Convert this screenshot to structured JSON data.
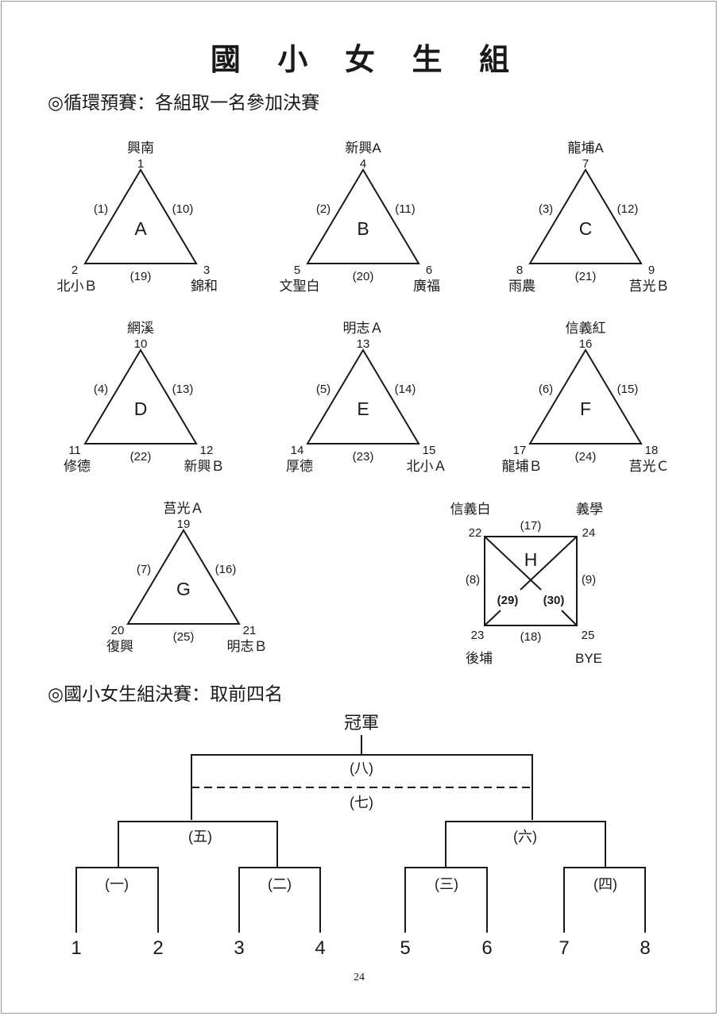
{
  "title": "國 小 女 生 組",
  "round_robin_heading": "◎循環預賽：各組取一名參加決賽",
  "groups": [
    {
      "letter": "A",
      "top": {
        "num": "1",
        "team": "興南"
      },
      "left": {
        "num": "2",
        "team": "北小Ｂ"
      },
      "right": {
        "num": "3",
        "team": "錦和"
      },
      "m_left": "(1)",
      "m_right": "(10)",
      "m_bottom": "(19)"
    },
    {
      "letter": "B",
      "top": {
        "num": "4",
        "team": "新興A"
      },
      "left": {
        "num": "5",
        "team": "文聖白"
      },
      "right": {
        "num": "6",
        "team": "廣福"
      },
      "m_left": "(2)",
      "m_right": "(11)",
      "m_bottom": "(20)"
    },
    {
      "letter": "C",
      "top": {
        "num": "7",
        "team": "龍埔A"
      },
      "left": {
        "num": "8",
        "team": "雨農"
      },
      "right": {
        "num": "9",
        "team": "莒光Ｂ"
      },
      "m_left": "(3)",
      "m_right": "(12)",
      "m_bottom": "(21)"
    },
    {
      "letter": "D",
      "top": {
        "num": "10",
        "team": "網溪"
      },
      "left": {
        "num": "11",
        "team": "修德"
      },
      "right": {
        "num": "12",
        "team": "新興Ｂ"
      },
      "m_left": "(4)",
      "m_right": "(13)",
      "m_bottom": "(22)"
    },
    {
      "letter": "E",
      "top": {
        "num": "13",
        "team": "明志Ａ"
      },
      "left": {
        "num": "14",
        "team": "厚德"
      },
      "right": {
        "num": "15",
        "team": "北小Ａ"
      },
      "m_left": "(5)",
      "m_right": "(14)",
      "m_bottom": "(23)"
    },
    {
      "letter": "F",
      "top": {
        "num": "16",
        "team": "信義紅"
      },
      "left": {
        "num": "17",
        "team": "龍埔Ｂ"
      },
      "right": {
        "num": "18",
        "team": "莒光Ｃ"
      },
      "m_left": "(6)",
      "m_right": "(15)",
      "m_bottom": "(24)"
    },
    {
      "letter": "G",
      "top": {
        "num": "19",
        "team": "莒光Ａ"
      },
      "left": {
        "num": "20",
        "team": "復興"
      },
      "right": {
        "num": "21",
        "team": "明志Ｂ"
      },
      "m_left": "(7)",
      "m_right": "(16)",
      "m_bottom": "(25)"
    }
  ],
  "group_h": {
    "letter": "H",
    "tl": {
      "num": "22",
      "team": "信義白"
    },
    "tr": {
      "num": "24",
      "team": "義學"
    },
    "bl": {
      "num": "23",
      "team": "後埔"
    },
    "br": {
      "num": "25",
      "team": "BYE"
    },
    "m_top": "(17)",
    "m_bottom": "(18)",
    "m_left": "(8)",
    "m_right": "(9)",
    "m_diag1": "(29)",
    "m_diag2": "(30)"
  },
  "final_heading": "◎國小女生組決賽：取前四名",
  "bracket": {
    "champion": "冠軍",
    "r8": "(八)",
    "r7": "(七)",
    "r5": "(五)",
    "r6": "(六)",
    "r1": "(一)",
    "r2": "(二)",
    "r3": "(三)",
    "r4": "(四)",
    "seeds": [
      "1",
      "2",
      "3",
      "4",
      "5",
      "6",
      "7",
      "8"
    ]
  },
  "page_number": "24"
}
